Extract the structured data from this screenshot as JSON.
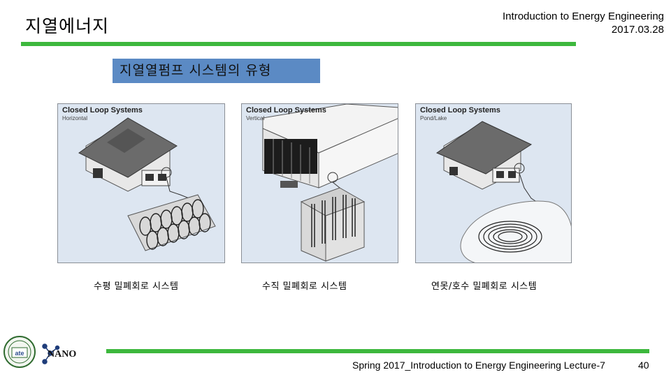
{
  "slide": {
    "title": "지열에너지",
    "course": "Introduction to Energy Engineering",
    "date": "2017.03.28",
    "subtitle": "지열열펌프 시스템의 유형",
    "footer": "Spring 2017_Introduction to Energy Engineering Lecture-7",
    "page_number": "40"
  },
  "panels": [
    {
      "title": "Closed Loop Systems",
      "subtitle": "Horizontal",
      "caption": "수평 밀폐회로 시스템"
    },
    {
      "title": "Closed Loop Systems",
      "subtitle": "Vertical",
      "caption": "수직 밀폐회로 시스템"
    },
    {
      "title": "Closed Loop Systems",
      "subtitle": "Pond/Lake",
      "caption": "연못/호수 밀폐회로 시스템"
    }
  ],
  "logos": {
    "left_logo_text": "ate",
    "nano_logo_text": "NANO"
  },
  "colors": {
    "accent_bar": "#3db83d",
    "subtitle_box": "#5b8ac4",
    "panel_bg": "#dde6f1"
  }
}
